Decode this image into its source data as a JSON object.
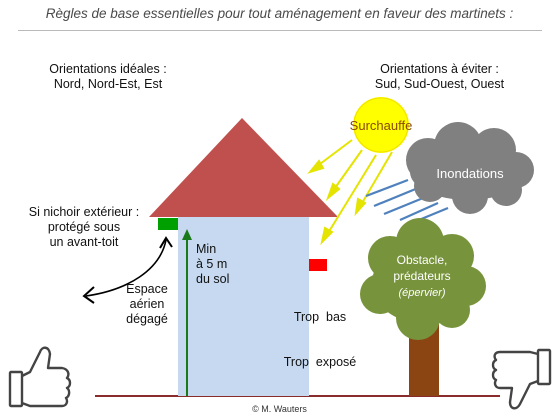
{
  "title": "Règles de base essentielles pour tout aménagement en faveur des martinets :",
  "ideal": {
    "line1": "Orientations idéales :",
    "line2": "Nord, Nord-Est, Est"
  },
  "avoid": {
    "line1": "Orientations à éviter :",
    "line2": "Sud, Sud-Ouest, Ouest"
  },
  "sun_label": "Surchauffe",
  "cloud_label": "Inondations",
  "nichoir": {
    "line1": "Si nichoir extérieur :",
    "line2": "protégé sous",
    "line3": "un avant-toit"
  },
  "min_height": {
    "line1": "Min",
    "line2": "à 5 m",
    "line3": "du sol"
  },
  "airspace": {
    "line1": "Espace",
    "line2": "aérien",
    "line3": "dégagé"
  },
  "too_low": {
    "line1": "Trop  bas",
    "line2": "Trop  exposé"
  },
  "tree": {
    "line1": "Obstacle,",
    "line2": "prédateurs",
    "line3": "(épervier)"
  },
  "credit": "© M. Wauters",
  "icons": [
    "thumbs-up-icon",
    "thumbs-down-icon",
    "sun-icon",
    "cloud-icon"
  ],
  "colors": {
    "roof": "#c0504d",
    "wall": "#c6d9f1",
    "sun": "#ffff00",
    "sun_rays": "#e4e400",
    "cloud": "#808080",
    "rain": "#4f81bd",
    "tree_top": "#77933c",
    "trunk": "#8b4513",
    "good_box": "#00a000",
    "bad_box": "#ff0000",
    "arrow": "#006400",
    "ground": "#8b2c2c"
  }
}
